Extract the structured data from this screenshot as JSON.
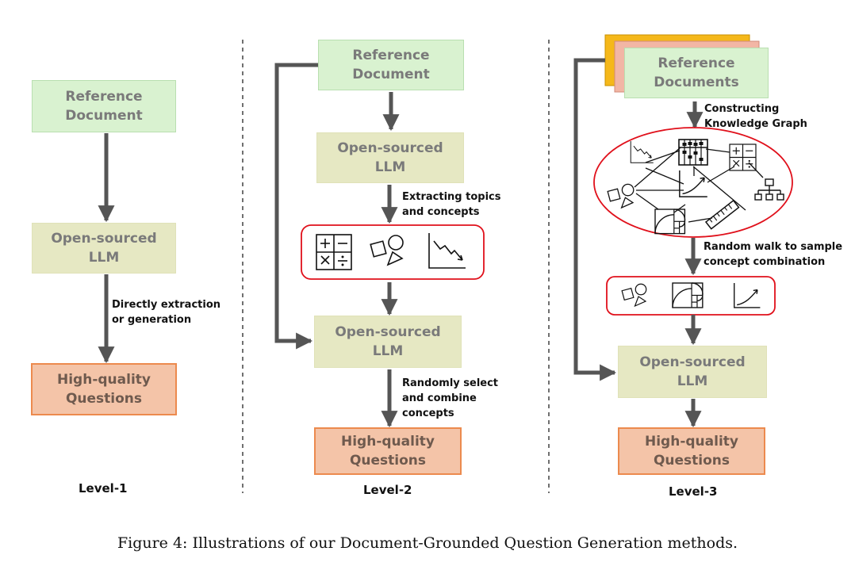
{
  "level1": {
    "ref_label": "Reference\nDocument",
    "llm_label": "Open-sourced\nLLM",
    "arrow_note": "Directly extraction\nor generation",
    "hq_label": "High-quality\nQuestions",
    "level_label": "Level-1"
  },
  "level2": {
    "ref_label": "Reference\nDocument",
    "llm1_label": "Open-sourced\nLLM",
    "extract_note": "Extracting topics\nand concepts",
    "concept_icons": [
      "arithmetic-icon",
      "shapes-icon",
      "decreasing-chart-icon"
    ],
    "llm2_label": "Open-sourced\nLLM",
    "select_note": "Randomly select\nand combine\nconcepts",
    "hq_label": "High-quality\nQuestions",
    "level_label": "Level-2"
  },
  "level3": {
    "ref_label": "Reference\nDocuments",
    "kg_note": "Constructing\nKnowledge Graph",
    "graph_icons": [
      "decreasing-chart-icon",
      "abacus-icon",
      "arithmetic-icon",
      "shapes-icon",
      "increasing-chart-icon",
      "hierarchy-icon",
      "golden-spiral-icon",
      "ruler-icon"
    ],
    "walk_note": "Random walk to sample\nconcept combination",
    "sample_icons": [
      "shapes-icon",
      "golden-spiral-icon",
      "increasing-chart-icon"
    ],
    "llm_label": "Open-sourced\nLLM",
    "hq_label": "High-quality\nQuestions",
    "level_label": "Level-3"
  },
  "colors": {
    "reference_fill": "#d9f2d0",
    "llm_fill": "#e6e8c3",
    "questions_fill": "#f4c4a8",
    "questions_border": "#ec8a4e",
    "highlight_border": "#e0101b",
    "arrow": "#555555",
    "stack_orange": "#f5b81a",
    "stack_pink": "#f2b6a5"
  },
  "caption": "Figure 4: Illustrations of our Document-Grounded Question Generation methods."
}
